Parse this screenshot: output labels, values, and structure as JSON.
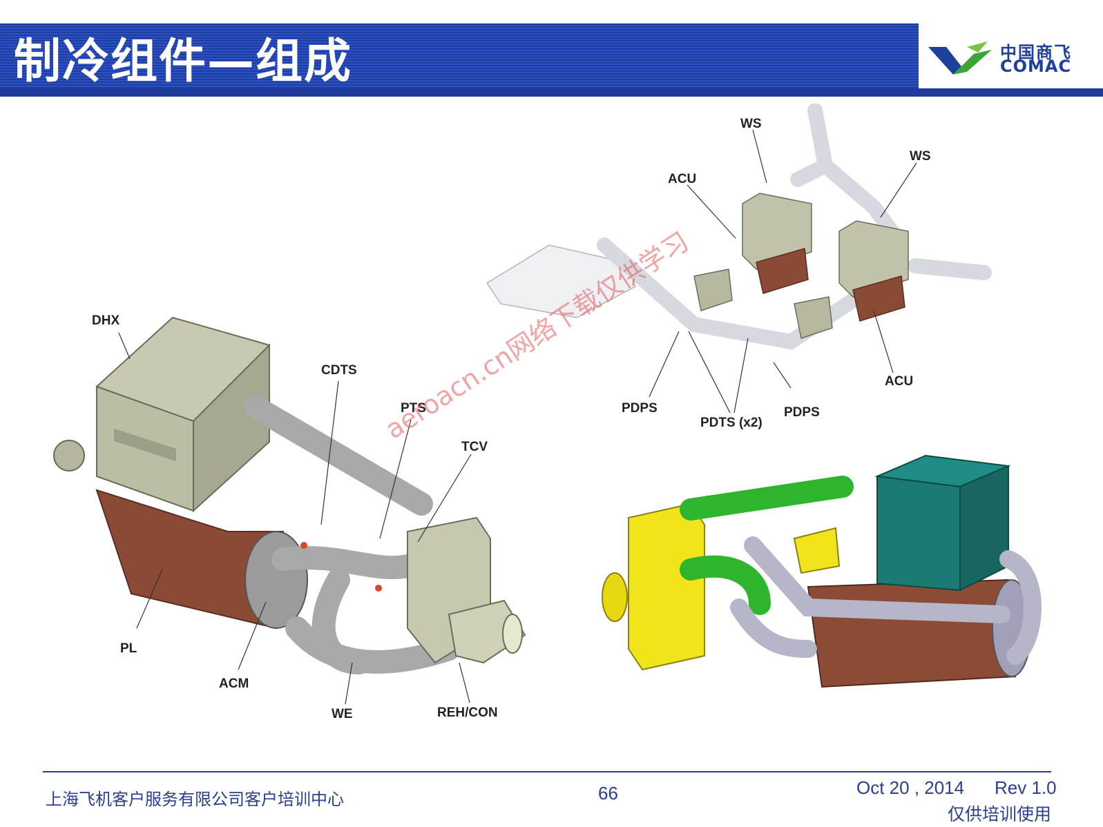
{
  "header": {
    "title": "制冷组件—组成",
    "logo_cn": "中国商飞",
    "logo_en": "COMAC"
  },
  "left_diagram": {
    "labels": [
      "DHX",
      "CDTS",
      "PTS",
      "TCV",
      "PL",
      "ACM",
      "WE",
      "REH/CON"
    ]
  },
  "top_right_diagram": {
    "labels": [
      "WS",
      "WS",
      "ACU",
      "ACU",
      "PDPS",
      "PDTS (x2)",
      "PDPS"
    ]
  },
  "watermark": "aeroacn.cn网络下载仅供学习",
  "footer": {
    "organization": "上海飞机客户服务有限公司客户培训中心",
    "page_number": "66",
    "date": "Oct 20 , 2014",
    "revision": "Rev 1.0",
    "note": "仅供培训使用"
  }
}
